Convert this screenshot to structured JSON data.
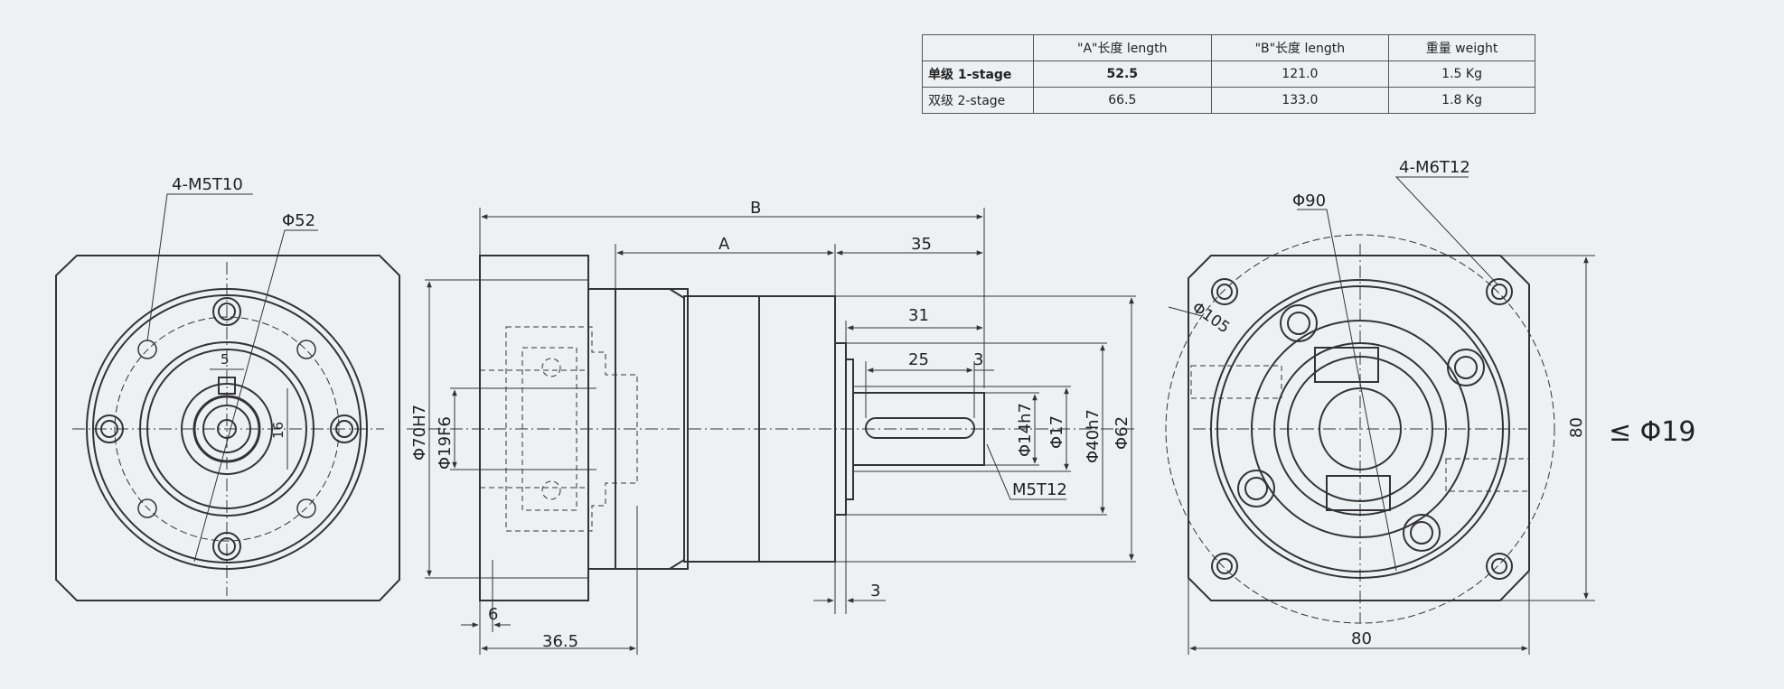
{
  "table": {
    "headers": [
      "",
      "\"A\"长度 length",
      "\"B\"长度 length",
      "重量 weight"
    ],
    "rows": [
      {
        "stage": "单级 1-stage",
        "a": "52.5",
        "b": "121.0",
        "weight": "1.5 Kg"
      },
      {
        "stage": "双级 2-stage",
        "a": "66.5",
        "b": "133.0",
        "weight": "1.8 Kg"
      }
    ]
  },
  "front_view": {
    "holes_label": "4-M5T10",
    "pcd_label": "Φ52",
    "key_width": "5",
    "key_height": "16"
  },
  "side_view": {
    "overall_label": "B",
    "body_label": "A",
    "d35": "35",
    "d31": "31",
    "d25": "25",
    "d3_key": "3",
    "pilot_label": "Φ70H7",
    "bore_label": "Φ19F6",
    "shaft_label": "Φ14h7",
    "d17": "Φ17",
    "d40": "Φ40h7",
    "d62": "Φ62",
    "tap_label": "M5T12",
    "d3_bottom": "3",
    "d6": "6",
    "d36_5": "36.5"
  },
  "rear_view": {
    "holes_label": "4-M6T12",
    "d90": "Φ90",
    "d105": "Φ105",
    "height": "80",
    "width": "80",
    "input_note": "≤ Φ19"
  }
}
